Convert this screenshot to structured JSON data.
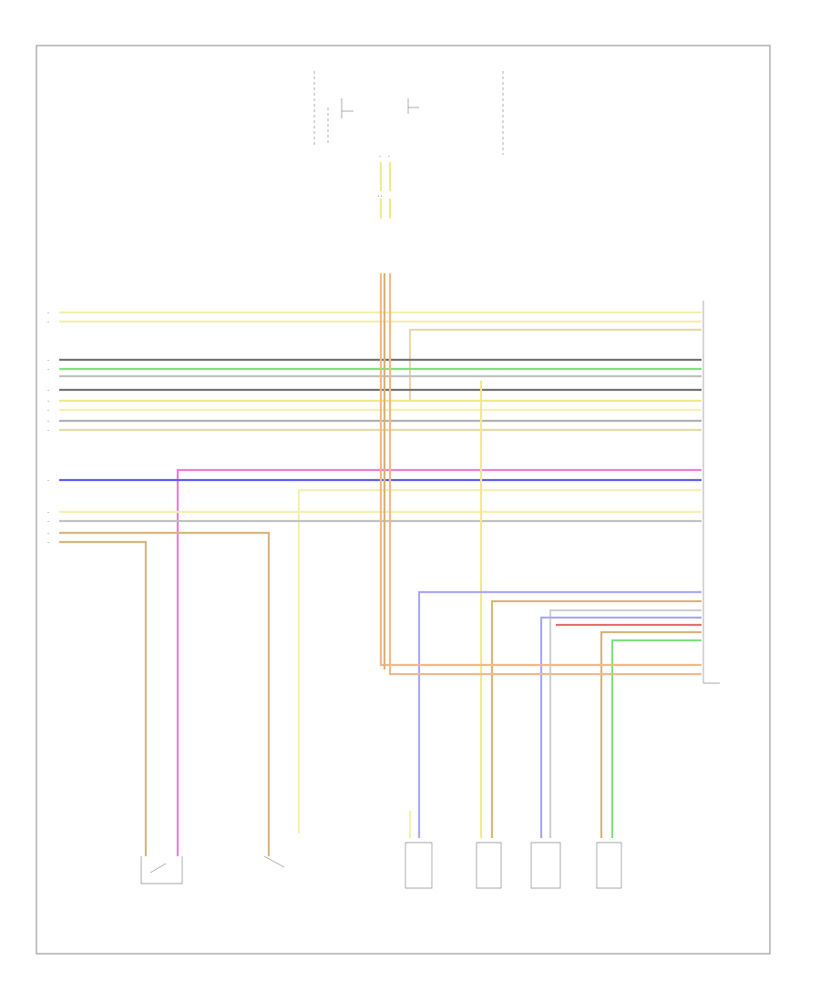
{
  "page": {
    "page_ref": "",
    "background": "#ffffff"
  },
  "colors": {
    "yellow": "#f0e98a",
    "green": "#7ee07e",
    "gray": "#9a9a9a",
    "dark_gray": "#707070",
    "blue": "#5a5aee",
    "light_blue": "#a8a8f2",
    "pink": "#f07ad8",
    "tan": "#d8b47a",
    "orange": "#f0b888",
    "red": "#e86a6a",
    "light_yellow": "#f5f0b0",
    "white_wire": "#e0e0e0"
  },
  "top_components": [
    {
      "id": "seat-belt-switch",
      "lines": [
        "",
        "",
        ""
      ]
    },
    {
      "id": "airbag-module",
      "lines": [
        "",
        "",
        ""
      ]
    },
    {
      "id": "occupant-classification",
      "lines": [
        "",
        ""
      ]
    },
    {
      "id": "occupant-sensor",
      "lines": [
        "",
        "",
        "",
        ""
      ]
    }
  ],
  "connector_label": {
    "lines": [
      "",
      "",
      ""
    ]
  },
  "module_label": {
    "lines": [
      "",
      "",
      "",
      ""
    ]
  },
  "left_wire_labels": [],
  "right_wire_labels": [],
  "bottom_components": [
    {
      "id": "driver-seat-belt-switch",
      "lines": [
        "",
        "",
        "",
        ""
      ]
    },
    {
      "id": "passenger-seat-belt-switch",
      "lines": [
        "",
        "",
        "",
        ""
      ]
    },
    {
      "id": "passenger-occupant-sensor",
      "lines": [
        "",
        "",
        ""
      ]
    },
    {
      "id": "driver-side-impact-sensor",
      "lines": [
        "",
        "",
        ""
      ]
    },
    {
      "id": "driver-seat-position-sensor",
      "lines": [
        "",
        "",
        "",
        ""
      ]
    },
    {
      "id": "front-passenger-side-sensor",
      "lines": [
        "",
        "",
        ""
      ]
    }
  ]
}
